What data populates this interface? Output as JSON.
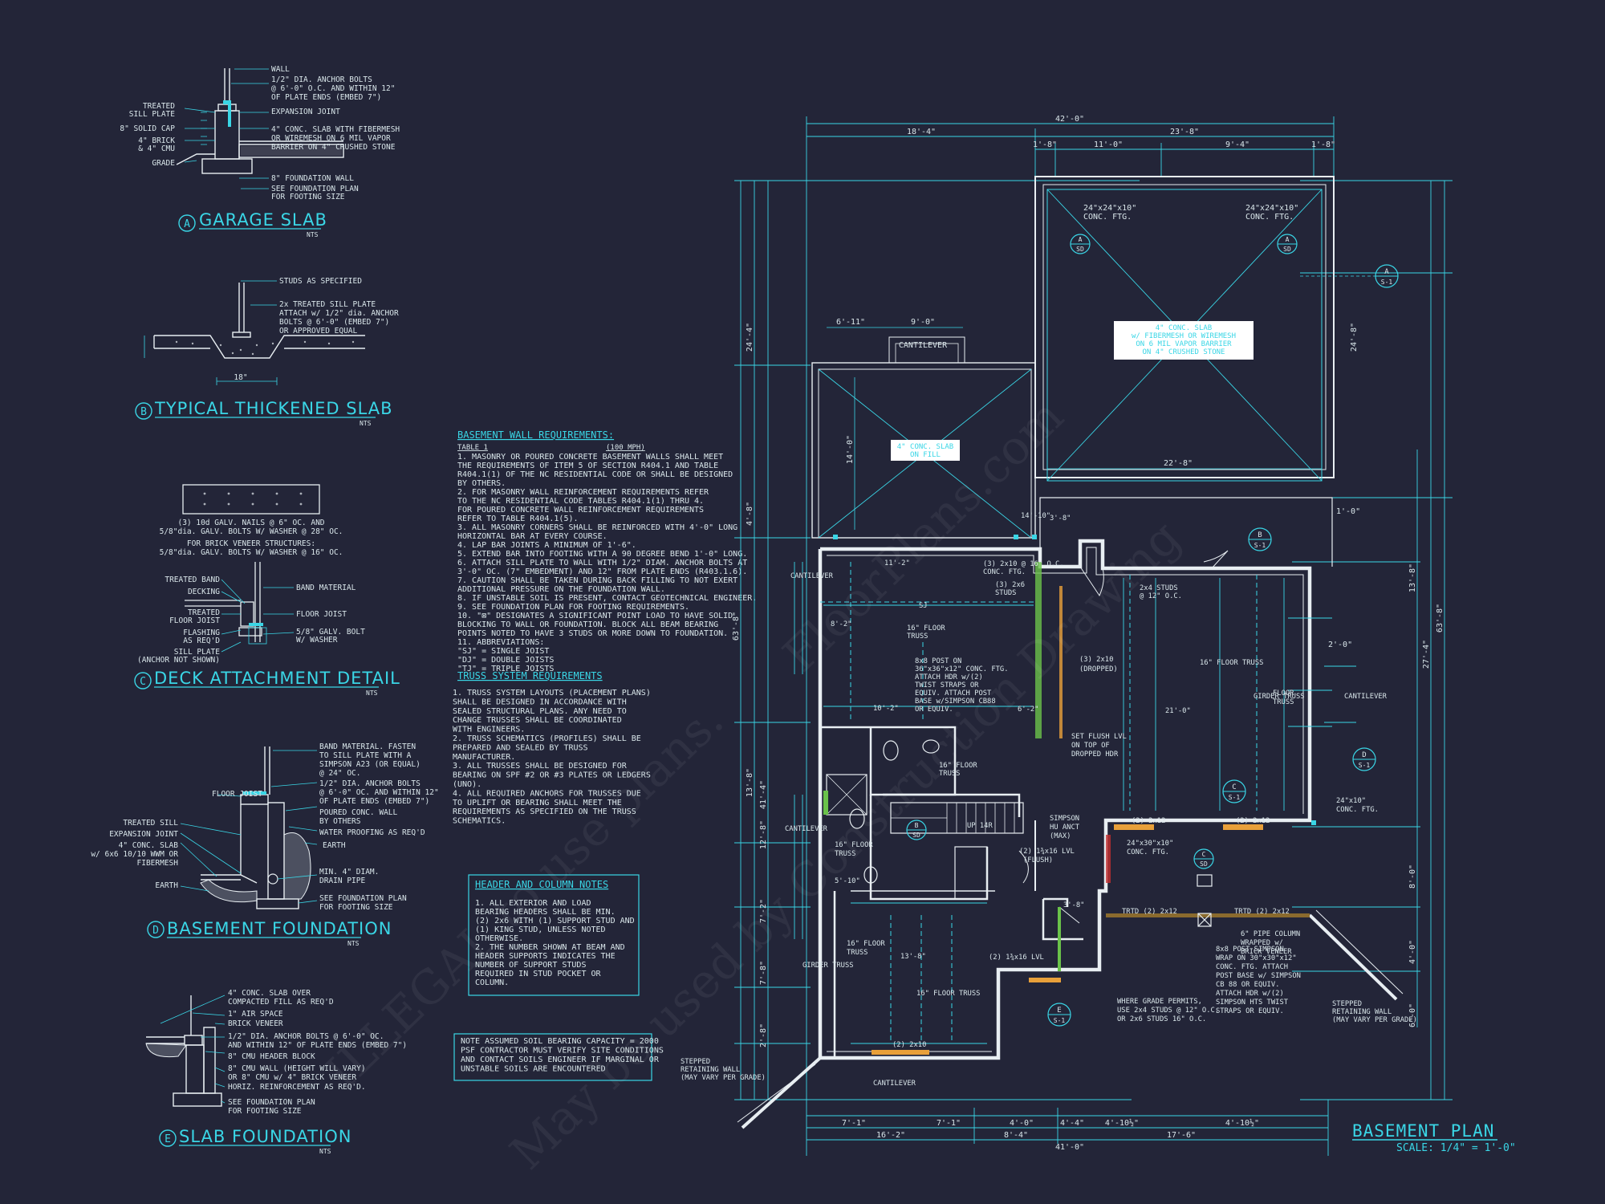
{
  "details": {
    "a": {
      "letter": "A",
      "title": "GARAGE SLAB",
      "scale": "NTS",
      "labels": [
        "WALL",
        "1/2\" DIA. ANCHOR BOLTS",
        "@ 6'-0\" O.C. AND WITHIN 12\"",
        "OF PLATE ENDS (EMBED 7\")",
        "EXPANSION JOINT",
        "4\" CONC. SLAB WITH FIBERMESH",
        "OR WIREMESH ON 6 MIL VAPOR",
        "BARRIER ON 4\" CRUSHED STONE",
        "8\" FOUNDATION WALL",
        "SEE FOUNDATION PLAN",
        "FOR FOOTING SIZE",
        "TREATED",
        "SILL PLATE",
        "8\" SOLID CAP",
        "4\" BRICK",
        "& 4\" CMU",
        "GRADE"
      ]
    },
    "b": {
      "letter": "B",
      "title": "TYPICAL THICKENED SLAB",
      "scale": "NTS",
      "labels": [
        "STUDS AS SPECIFIED",
        "2x TREATED SILL PLATE",
        "ATTACH w/ 1/2\" dia. ANCHOR",
        "BOLTS @ 6'-0\" (EMBED 7\")",
        "OR APPROVED EQUAL",
        "18\""
      ]
    },
    "c": {
      "letter": "C",
      "title": "DECK ATTACHMENT DETAIL",
      "scale": "NTS",
      "labels": [
        "(3) 10d GALV. NAILS @ 6\" OC. AND",
        "5/8\"dia. GALV. BOLTS W/ WASHER @ 28\" OC.",
        "FOR BRICK VENEER STRUCTURES:",
        "5/8\"dia. GALV. BOLTS W/ WASHER @ 16\" OC.",
        "TREATED BAND",
        "DECKING",
        "TREATED",
        "FLOOR JOIST",
        "FLASHING",
        "AS REQ'D",
        "SILL PLATE",
        "(ANCHOR NOT SHOWN)",
        "BAND MATERIAL",
        "FLOOR JOIST",
        "5/8\" GALV. BOLT",
        "W/ WASHER"
      ]
    },
    "d": {
      "letter": "D",
      "title": "BASEMENT FOUNDATION",
      "scale": "NTS",
      "labels": [
        "BAND MATERIAL. FASTEN",
        "TO SILL PLATE WITH A",
        "SIMPSON A23 (OR EQUAL)",
        "@ 24\" OC.",
        "1/2\" DIA. ANCHOR BOLTS",
        "@ 6'-0\" OC. AND WITHIN 12\"",
        "OF PLATE ENDS (EMBED 7\")",
        "POURED CONC. WALL",
        "BY OTHERS",
        "WATER PROOFING AS REQ'D",
        "EARTH",
        "MIN. 4\" DIAM.",
        "DRAIN PIPE",
        "SEE FOUNDATION PLAN",
        "FOR FOOTING SIZE",
        "FLOOR JOIST",
        "TREATED SILL",
        "EXPANSION JOINT",
        "4\" CONC. SLAB",
        "w/ 6x6 10/10 WWM OR",
        "FIBERMESH",
        "EARTH"
      ]
    },
    "e": {
      "letter": "E",
      "title": "SLAB FOUNDATION",
      "scale": "NTS",
      "labels": [
        "4\" CONC. SLAB OVER",
        "COMPACTED FILL AS REQ'D",
        "1\" AIR SPACE",
        "BRICK VENEER",
        "1/2\" DIA. ANCHOR BOLTS @ 6'-0\" OC.",
        "AND WITHIN 12\" OF PLATE ENDS (EMBED 7\")",
        "8\" CMU HEADER BLOCK",
        "8\" CMU WALL (HEIGHT WILL VARY)",
        "OR 8\" CMU w/ 4\" BRICK VENEER",
        "HORIZ. REINFORCEMENT AS REQ'D.",
        "SEE FOUNDATION PLAN",
        "FOR FOOTING SIZE"
      ]
    }
  },
  "notes": {
    "basement": {
      "title": "BASEMENT WALL REQUIREMENTS:",
      "sub_left": "TABLE 1",
      "sub_right": "(100 MPH)",
      "lines": [
        "1. MASONRY OR POURED CONCRETE BASEMENT WALLS SHALL MEET",
        "THE REQUIREMENTS OF ITEM 5 OF SECTION R404.1 AND TABLE",
        "R404.1(1) OF THE NC RESIDENTIAL CODE OR SHALL BE DESIGNED",
        "BY OTHERS.",
        "2. FOR MASONRY WALL REINFORCEMENT REQUIREMENTS REFER",
        "TO THE NC RESIDENTIAL CODE TABLES R404.1(1) THRU 4.",
        "FOR POURED CONCRETE WALL REINFORCEMENT REQUIREMENTS",
        "REFER TO TABLE R404.1(5).",
        "3. ALL MASONRY CORNERS SHALL BE REINFORCED WITH 4'-0\" LONG",
        "HORIZONTAL BAR AT EVERY COURSE.",
        "4. LAP BAR JOINTS A MINIMUM OF 1'-6\".",
        "5. EXTEND BAR INTO FOOTING WITH A 90 DEGREE BEND 1'-0\" LONG.",
        "6. ATTACH SILL PLATE TO WALL WITH 1/2\" DIAM. ANCHOR BOLTS AT",
        "3'-0\" OC. (7\" EMBEDMENT) AND 12\" FROM PLATE ENDS (R403.1.6).",
        "7. CAUTION SHALL BE TAKEN DURING BACK FILLING TO NOT EXERT",
        "ADDITIONAL PRESSURE ON THE FOUNDATION WALL.",
        "8. IF UNSTABLE SOIL IS PRESENT, CONTACT GEOTECHNICAL ENGINEER.",
        "9. SEE FOUNDATION PLAN FOR FOOTING REQUIREMENTS.",
        "10. \"⊠\" DESIGNATES A SIGNIFICANT POINT LOAD TO HAVE SOLID",
        "BLOCKING TO WALL OR FOUNDATION. BLOCK ALL BEAM BEARING",
        "POINTS NOTED TO HAVE 3 STUDS OR MORE DOWN TO FOUNDATION.",
        "11. ABBREVIATIONS:",
        "\"SJ\" = SINGLE JOIST",
        "\"DJ\" = DOUBLE JOISTS",
        "\"TJ\" = TRIPLE JOISTS"
      ]
    },
    "truss": {
      "title": "TRUSS SYSTEM REQUIREMENTS",
      "lines": [
        "1. TRUSS SYSTEM LAYOUTS (PLACEMENT PLANS)",
        "SHALL BE DESIGNED IN ACCORDANCE WITH",
        "SEALED STRUCTURAL PLANS. ANY NEED TO",
        "CHANGE TRUSSES SHALL BE COORDINATED",
        "WITH ENGINEERS.",
        "2. TRUSS SCHEMATICS (PROFILES) SHALL BE",
        "PREPARED AND SEALED BY TRUSS",
        "MANUFACTURER.",
        "3. ALL TRUSSES SHALL BE DESIGNED FOR",
        "BEARING ON SPF #2 OR #3 PLATES OR LEDGERS",
        "(UNO).",
        "4. ALL REQUIRED ANCHORS FOR TRUSSES DUE",
        "TO UPLIFT OR BEARING SHALL MEET THE",
        "REQUIREMENTS AS SPECIFIED ON THE TRUSS",
        "SCHEMATICS."
      ]
    },
    "header": {
      "title": "HEADER AND COLUMN NOTES",
      "lines": [
        "1. ALL EXTERIOR AND LOAD",
        "BEARING HEADERS SHALL BE MIN.",
        "(2) 2x6 WITH (1) SUPPORT STUD AND",
        "(1) KING STUD, UNLESS NOTED",
        "OTHERWISE.",
        "2. THE NUMBER SHOWN AT BEAM AND",
        "HEADER SUPPORTS INDICATES THE",
        "NUMBER OF SUPPORT STUDS",
        "REQUIRED IN STUD POCKET OR",
        "COLUMN."
      ]
    },
    "soil": {
      "lines": [
        "NOTE ASSUMED SOIL BEARING CAPACITY = 2000",
        "PSF CONTRACTOR MUST VERIFY SITE CONDITIONS",
        "AND CONTACT SOILS ENGINEER IF MARGINAL OR",
        "UNSTABLE SOILS ARE ENCOUNTERED"
      ]
    }
  },
  "plan": {
    "title": "BASEMENT PLAN",
    "scale": "SCALE: 1/4\" = 1'-0\"",
    "dims_top": [
      "42'-0\"",
      "18'-4\"",
      "23'-8\"",
      "1'-8\"",
      "11'-0\"",
      "9'-4\"",
      "1'-8\""
    ],
    "dims_bottom": [
      "41'-0\"",
      "16'-2\"",
      "8'-4\"",
      "17'-6\"",
      "7'-1\"",
      "7'-1\"",
      "4'-0\"",
      "4'-4\"",
      "4'-10½\"",
      "4'-10½\""
    ],
    "dims_left": [
      "63'-8\"",
      "24'-4\"",
      "4'-8\"",
      "41'-4\"",
      "13'-8\"",
      "12'-8\"",
      "7'-2\"",
      "7'-8\"",
      "2'-8\""
    ],
    "dims_right": [
      "63'-8\"",
      "27'-4\"",
      "24'-8\"",
      "1'-0\"",
      "13'-8\"",
      "8'-0\"",
      "4'-0\"",
      "6'-0\"",
      "2'-0\""
    ],
    "garage": {
      "ftg_left": "24\"x24\"x10\"",
      "ftg_left2": "CONC. FTG.",
      "ftg_right": "24\"x24\"x10\"",
      "ftg_right2": "CONC. FTG.",
      "slab": [
        "4\" CONC. SLAB",
        "w/ FIBERMESH OR WIREMESH",
        "ON 6 MIL VAPOR BARRIER",
        "ON 4\" CRUSHED STONE"
      ],
      "dim": "22'-8\""
    },
    "porch": {
      "slab": [
        "4\" CONC. SLAB",
        "ON FILL"
      ],
      "cantilever": "CANTILEVER",
      "dim1": "6'-11\"",
      "dim2": "9'-0\"",
      "dim3": "14'-0\""
    },
    "labels": [
      "(3) 2x10 @ 16\" O.C.",
      "CONC. FTG.",
      "(3) 2x6",
      "STUDS",
      "16\" FLOOR",
      "TRUSS",
      "SJ",
      "8x8 POST ON",
      "36\"x36\"x12\" CONC. FTG.",
      "ATTACH HDR w/(2)",
      "TWIST STRAPS OR",
      "EQUIV. ATTACH POST",
      "BASE w/SIMPSON CB88",
      "OR EQUIV.",
      "(3) 2x10",
      "(DROPPED)",
      "2x4 STUDS",
      "@ 12\" O.C.",
      "16\" FLOOR TRUSS",
      "21'-0\"",
      "GIRDER TRUSS",
      "FLOOR",
      "TRUSS",
      "CANTILEVER",
      "SET FLUSH LVL",
      "ON TOP OF",
      "DROPPED HDR",
      "16\" FLOOR",
      "TRUSS",
      "UP 14R",
      "SIMPSON",
      "HU ANCT",
      "(MAX)",
      "(2) 1¾x16 LVL",
      "(FLUSH)",
      "24\"x30\"x10\"",
      "CONC. FTG.",
      "(2) 2x12",
      "(2) 2x12",
      "TRTD (2) 2x12",
      "TRTD (2) 2x12",
      "6\" PIPE COLUMN",
      "WRAPPED w/",
      "BRICK VENEER",
      "8x8 POST SIMPSON",
      "WRAP ON 30\"x30\"x12\"",
      "CONC. FTG. ATTACH",
      "POST BASE w/ SIMPSON",
      "CB 88 OR EQUIV.",
      "ATTACH HDR w/(2)",
      "SIMPSON HTS TWIST",
      "STRAPS OR EQUIV.",
      "WHERE GRADE PERMITS,",
      "USE 2x4 STUDS @ 12\" O.C.",
      "OR 2x6 STUDS 16\" O.C.",
      "STEPPED",
      "RETAINING WALL",
      "(MAY VARY PER GRADE)",
      "STEPPED",
      "RETAINING WALL",
      "(MAY VARY PER GRADE)",
      "24\"x10\"",
      "CONC. FTG.",
      "16\" FLOOR",
      "TRUSS",
      "13'-8\"",
      "16\" FLOOR TRUSS",
      "GIRDER TRUSS",
      "CANTILEVER",
      "(2) 2x10",
      "(2) 1¾x16 LVL",
      "16\" FLOOR",
      "TRUSS",
      "CANTILEVER",
      "CANTILEVER",
      "8'-2\"",
      "10'-2\"",
      "11'-2\"",
      "14'-10\"",
      "3'-8\"",
      "3'-8\"",
      "5'-10\"",
      "6'-2\""
    ],
    "markers": [
      {
        "letter": "A",
        "ref": "S-1"
      },
      {
        "letter": "B",
        "ref": "S-1"
      },
      {
        "letter": "C",
        "ref": "S-1"
      },
      {
        "letter": "D",
        "ref": "S-1"
      },
      {
        "letter": "E",
        "ref": "S-1"
      },
      {
        "letter": "A",
        "ref": "SD"
      },
      {
        "letter": "A",
        "ref": "SD"
      },
      {
        "letter": "B",
        "ref": "SD"
      },
      {
        "letter": "C",
        "ref": "SD"
      }
    ]
  },
  "watermark": [
    "ILLEGAL to use plans.",
    "May be used by Construction Drawing",
    "FloorPlans.com"
  ]
}
